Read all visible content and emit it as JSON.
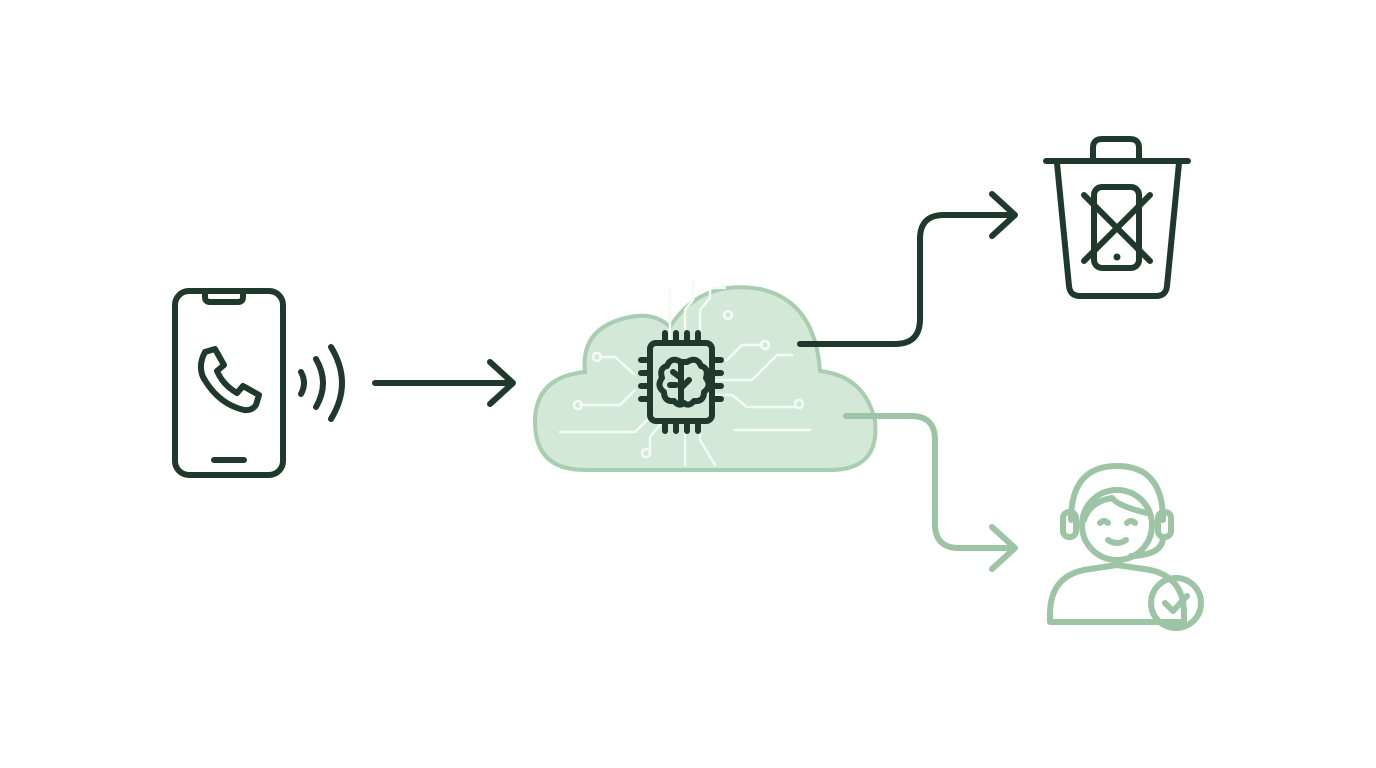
{
  "diagram": {
    "nodes": [
      {
        "id": "phone",
        "icon": "smartphone-call-icon"
      },
      {
        "id": "cloud-ai",
        "icon": "cloud-ai-chip-brain-icon"
      },
      {
        "id": "trash",
        "icon": "trash-phone-blocked-icon"
      },
      {
        "id": "agent",
        "icon": "support-agent-verified-icon"
      }
    ],
    "edges": [
      {
        "from": "phone",
        "to": "cloud-ai",
        "style": "dark"
      },
      {
        "from": "cloud-ai",
        "to": "trash",
        "style": "dark"
      },
      {
        "from": "cloud-ai",
        "to": "agent",
        "style": "light"
      }
    ],
    "colors": {
      "dark": "#1f3a2c",
      "light": "#9cc4a5",
      "cloud_fill": "#d3e8d7",
      "background": "#ffffff"
    }
  }
}
